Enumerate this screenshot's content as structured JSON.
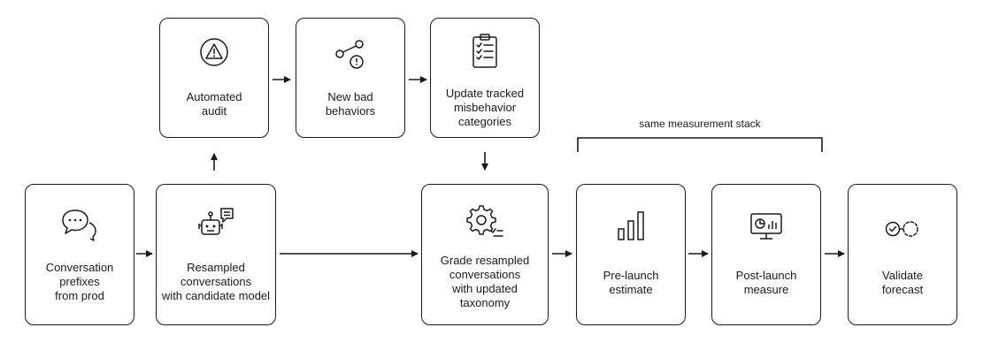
{
  "nodes": {
    "automated_audit": "Automated\naudit",
    "new_bad_behaviors": "New bad\nbehaviors",
    "update_tracked": "Update tracked\nmisbehavior\ncategories",
    "conversation_prefixes": "Conversation\nprefixes\nfrom prod",
    "resampled": "Resampled\nconversations\nwith candidate model",
    "grade_resampled": "Grade resampled\nconversations\nwith updated\ntaxonomy",
    "pre_launch": "Pre-launch\nestimate",
    "post_launch": "Post-launch\nmeasure",
    "validate": "Validate\nforecast"
  },
  "bracket": {
    "label": "same measurement stack"
  },
  "icons": {
    "automated_audit": "warning-icon",
    "new_bad_behaviors": "branch-alert-icon",
    "update_tracked": "clipboard-checklist-icon",
    "conversation_prefixes": "chat-bubbles-icon",
    "resampled": "robot-icon",
    "grade_resampled": "gear-checklist-icon",
    "pre_launch": "bar-chart-icon",
    "post_launch": "monitor-chart-icon",
    "validate": "check-dashed-circle-icon"
  }
}
